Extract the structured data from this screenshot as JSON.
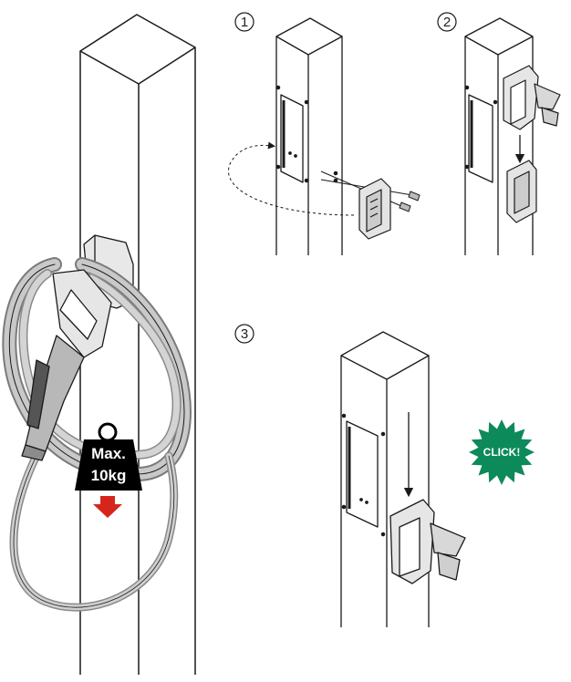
{
  "steps": [
    "1",
    "2",
    "3"
  ],
  "weight_badge": {
    "line1": "Max.",
    "line2": "10kg",
    "color": "#000000",
    "arrow_color": "#d6261c"
  },
  "click_badge": {
    "label": "CLICK!",
    "color": "#0d8a5a"
  },
  "colors": {
    "line": "#1a1a1a",
    "cable": "#9a9a9a",
    "cable_light": "#c8c8c8",
    "holder": "#e6e6e6"
  }
}
